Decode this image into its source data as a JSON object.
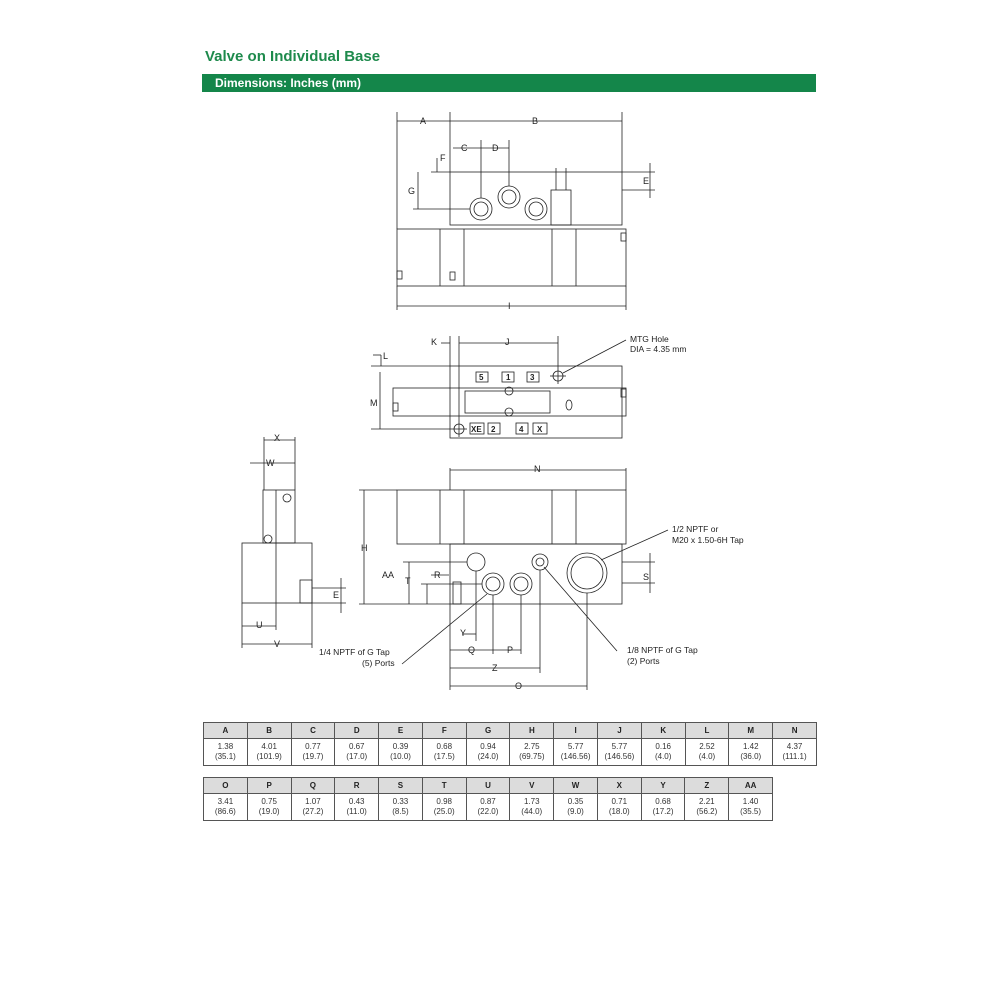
{
  "header": {
    "title": "Valve on Individual Base",
    "section": "Dimensions: Inches (mm)"
  },
  "drawing": {
    "dim_letters": [
      "A",
      "B",
      "C",
      "D",
      "E",
      "F",
      "G",
      "I",
      "K",
      "J",
      "L",
      "M",
      "N",
      "X",
      "W",
      "H",
      "AA",
      "T",
      "R",
      "S",
      "E",
      "U",
      "V",
      "Y",
      "Q",
      "P",
      "Z",
      "O"
    ],
    "notes": {
      "mtg_hole_1": "MTG Hole",
      "mtg_hole_2": "DIA = 4.35 mm",
      "half_tap_1": "1/2 NPTF or",
      "half_tap_2": "M20 x 1.50-6H Tap",
      "quarter_tap_1": "1/4 NPTF of G Tap",
      "quarter_tap_2": "(5) Ports",
      "eighth_tap_1": "1/8 NPTF of G Tap",
      "eighth_tap_2": "(2) Ports"
    },
    "port_marks": [
      "XE",
      "2",
      "4",
      "X",
      "5",
      "1",
      "3"
    ]
  },
  "table1": {
    "headers": [
      "A",
      "B",
      "C",
      "D",
      "E",
      "F",
      "G",
      "H",
      "I",
      "J",
      "K",
      "L",
      "M",
      "N"
    ],
    "inch": [
      "1.38",
      "4.01",
      "0.77",
      "0.67",
      "0.39",
      "0.68",
      "0.94",
      "2.75",
      "5.77",
      "5.77",
      "0.16",
      "2.52",
      "1.42",
      "4.37"
    ],
    "mm": [
      "(35.1)",
      "(101.9)",
      "(19.7)",
      "(17.0)",
      "(10.0)",
      "(17.5)",
      "(24.0)",
      "(69.75)",
      "(146.56)",
      "(146.56)",
      "(4.0)",
      "(4.0)",
      "(36.0)",
      "(111.1)"
    ]
  },
  "table2": {
    "headers": [
      "O",
      "P",
      "Q",
      "R",
      "S",
      "T",
      "U",
      "V",
      "W",
      "X",
      "Y",
      "Z",
      "AA"
    ],
    "inch": [
      "3.41",
      "0.75",
      "1.07",
      "0.43",
      "0.33",
      "0.98",
      "0.87",
      "1.73",
      "0.35",
      "0.71",
      "0.68",
      "2.21",
      "1.40"
    ],
    "mm": [
      "(86.6)",
      "(19.0)",
      "(27.2)",
      "(11.0)",
      "(8.5)",
      "(25.0)",
      "(22.0)",
      "(44.0)",
      "(9.0)",
      "(18.0)",
      "(17.2)",
      "(56.2)",
      "(35.5)"
    ]
  }
}
